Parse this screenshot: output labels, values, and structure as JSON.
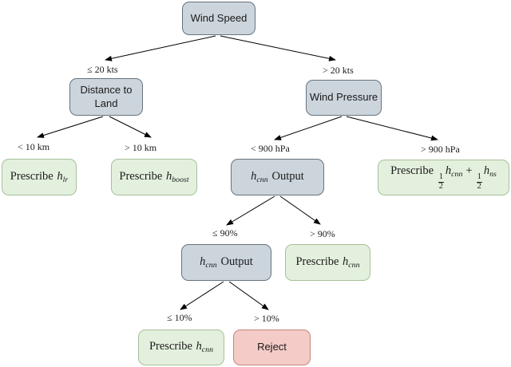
{
  "figure": {
    "type": "decision-tree",
    "palette": {
      "decision_fill": "#ccd5dc",
      "decision_border": "#68737e",
      "leaf_fill": "#e4f0de",
      "leaf_border": "#a6c098",
      "reject_fill": "#f4cbc7",
      "reject_border": "#c8837c",
      "edge_color": "#000000",
      "background": "#ffffff"
    }
  },
  "nodes": {
    "wind_speed": {
      "label": "Wind Speed"
    },
    "distance_to_land": {
      "line1": "Distance to",
      "line2": "Land"
    },
    "wind_pressure": {
      "label": "Wind Pressure"
    },
    "prescribe_hlr": {
      "prefix": "Prescribe",
      "var": "h",
      "sub": "lr"
    },
    "prescribe_hboost": {
      "prefix": "Prescribe",
      "var": "h",
      "sub": "boost"
    },
    "hcnn_output_1": {
      "var": "h",
      "sub": "cnn",
      "suffix": "Output"
    },
    "prescribe_mix": {
      "prefix": "Prescribe",
      "frac1_num": "1",
      "frac1_den": "2",
      "var1": "h",
      "sub1": "cnn",
      "plus": "+",
      "frac2_num": "1",
      "frac2_den": "2",
      "var2": "h",
      "sub2": "ns"
    },
    "hcnn_output_2": {
      "var": "h",
      "sub": "cnn",
      "suffix": "Output"
    },
    "prescribe_hcnn_90": {
      "prefix": "Prescribe",
      "var": "h",
      "sub": "cnn"
    },
    "prescribe_hcnn_10": {
      "prefix": "Prescribe",
      "var": "h",
      "sub": "cnn"
    },
    "reject": {
      "label": "Reject"
    }
  },
  "edge_labels": {
    "le_20kts": "≤ 20 kts",
    "gt_20kts": "> 20 kts",
    "lt_10km": "< 10 km",
    "gt_10km": "> 10 km",
    "lt_900hpa": "< 900 hPa",
    "gt_900hpa": "> 900 hPa",
    "le_90pct": "≤ 90%",
    "gt_90pct": "> 90%",
    "le_10pct": "≤ 10%",
    "gt_10pct": "> 10%"
  }
}
